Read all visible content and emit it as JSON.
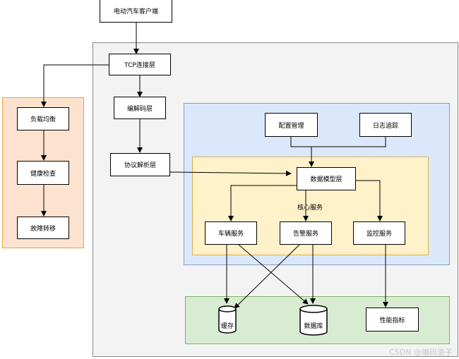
{
  "nodes": {
    "client": "电动汽车客户端",
    "tcp": "TCP连接层",
    "codec": "编解码层",
    "protocol": "协议解析层",
    "lb": "负载均衡",
    "health": "健康检查",
    "failover": "故障转移",
    "config": "配置管理",
    "log": "日志追踪",
    "datamodel": "数据模型层",
    "vehicle": "车辆服务",
    "alarm": "告警服务",
    "monitor": "监控服务",
    "cache": "缓存",
    "database": "数据库",
    "metrics": "性能指标"
  },
  "core_label": "核心服务",
  "watermark": "CSDN @编码浪子",
  "colors": {
    "main_fill": "#f3f3f3",
    "main_border": "#888888",
    "lb_fill": "#fde3cf",
    "lb_border": "#e6a23c",
    "blue_fill": "#dbe8fb",
    "blue_border": "#7f9fc9",
    "core_fill": "#fff1c9",
    "core_border": "#d9b24e",
    "green_fill": "#d8ecd1",
    "green_border": "#82b266"
  }
}
